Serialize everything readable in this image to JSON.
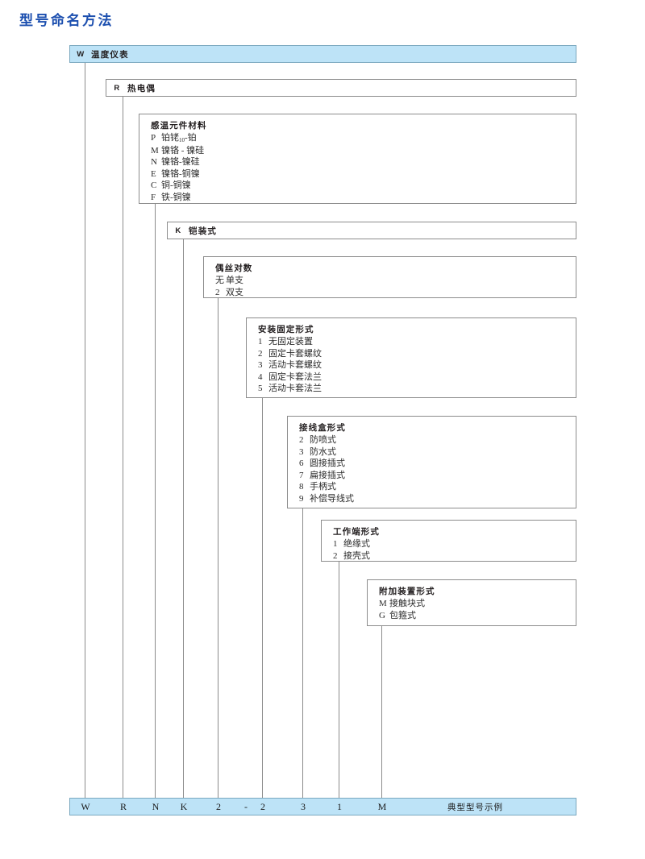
{
  "page": {
    "title": "型号命名方法",
    "title_color": "#1c4faf",
    "accent_fill": "#bde3f7",
    "border_color": "#8c8c8c"
  },
  "levels": [
    {
      "id": "instrument",
      "kind": "bar",
      "filled": true,
      "code": "W",
      "name": "温度仪表"
    },
    {
      "id": "sensor-type",
      "kind": "bar",
      "filled": false,
      "code": "R",
      "name": "热电偶"
    },
    {
      "id": "element-material",
      "kind": "list",
      "caption": "感温元件材料",
      "items": [
        {
          "key": "P",
          "text": "铂铑",
          "sub": "10",
          "tail": "-铂"
        },
        {
          "key": "M",
          "text": "镍铬 - 镍硅"
        },
        {
          "key": "N",
          "text": "镍铬-镍硅"
        },
        {
          "key": "E",
          "text": "镍铬-铜镍"
        },
        {
          "key": "C",
          "text": "铜-铜镍"
        },
        {
          "key": "F",
          "text": "铁-铜镍"
        }
      ]
    },
    {
      "id": "armour-type",
      "kind": "bar",
      "filled": false,
      "code": "K",
      "name": "铠装式"
    },
    {
      "id": "wire-pairs",
      "kind": "list",
      "caption": "偶丝对数",
      "items": [
        {
          "key": "无",
          "text": "单支"
        },
        {
          "key": "2",
          "text": "双支"
        }
      ]
    },
    {
      "id": "mounting-fixing",
      "kind": "list",
      "caption": "安装固定形式",
      "items": [
        {
          "key": "1",
          "text": "无固定装置"
        },
        {
          "key": "2",
          "text": "固定卡套螺纹"
        },
        {
          "key": "3",
          "text": "活动卡套螺纹"
        },
        {
          "key": "4",
          "text": "固定卡套法兰"
        },
        {
          "key": "5",
          "text": "活动卡套法兰"
        }
      ]
    },
    {
      "id": "junction-box",
      "kind": "list",
      "caption": "接线盒形式",
      "items": [
        {
          "key": "2",
          "text": "防喷式"
        },
        {
          "key": "3",
          "text": "防水式"
        },
        {
          "key": "6",
          "text": "圆接插式"
        },
        {
          "key": "7",
          "text": "扁接插式"
        },
        {
          "key": "8",
          "text": "手柄式"
        },
        {
          "key": "9",
          "text": "补偿导线式"
        }
      ]
    },
    {
      "id": "working-end",
      "kind": "list",
      "caption": "工作端形式",
      "items": [
        {
          "key": "1",
          "text": "绝缘式"
        },
        {
          "key": "2",
          "text": "接壳式"
        }
      ]
    },
    {
      "id": "extra-device",
      "kind": "list",
      "caption": "附加装置形式",
      "items": [
        {
          "key": "M",
          "text": "接触块式"
        },
        {
          "key": "G",
          "text": "包箍式"
        }
      ]
    }
  ],
  "legend": {
    "slots": [
      "W",
      "R",
      "N",
      "K",
      "2",
      "-",
      "2",
      "3",
      "1",
      "M"
    ],
    "note": "典型型号示例"
  }
}
